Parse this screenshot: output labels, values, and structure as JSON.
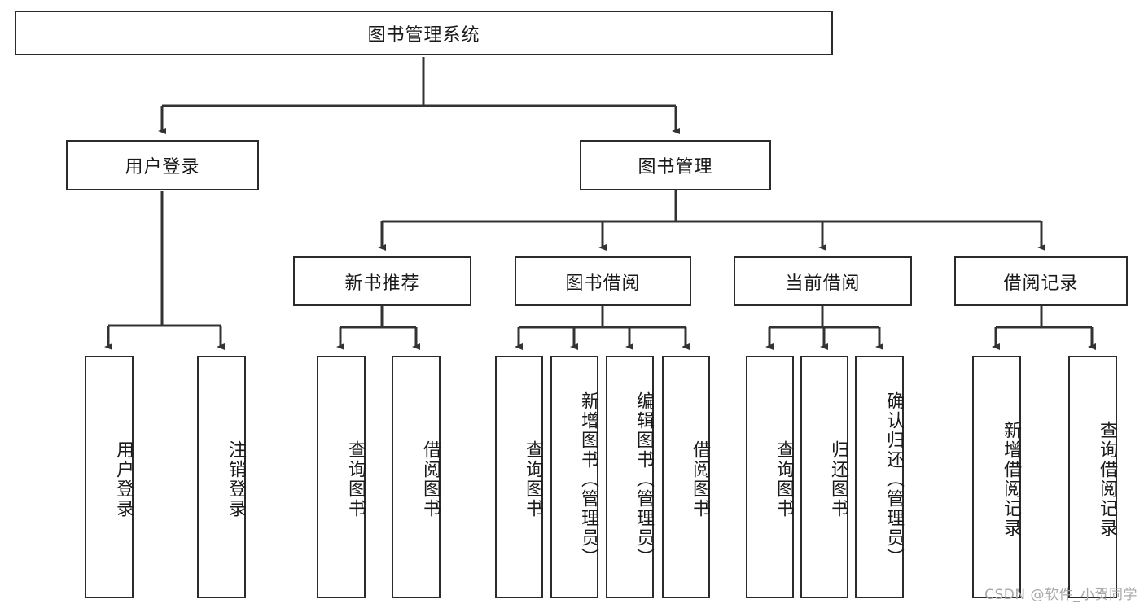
{
  "diagram": {
    "type": "tree",
    "title": "图书管理系统",
    "orientation": "top-down",
    "colors": {
      "box_border": "#2b2b2b",
      "box_fill": "#ffffff",
      "edge": "#333333",
      "text": "#1a1a1a",
      "watermark": "#a8a8a8",
      "background": "#ffffff"
    },
    "root": {
      "label": "图书管理系统"
    },
    "level2": [
      {
        "label": "用户登录"
      },
      {
        "label": "图书管理"
      }
    ],
    "level3": [
      {
        "label": "新书推荐"
      },
      {
        "label": "图书借阅"
      },
      {
        "label": "当前借阅"
      },
      {
        "label": "借阅记录"
      }
    ],
    "leaves": {
      "user_login": [
        {
          "label": "用户登录"
        },
        {
          "label": "注销登录"
        }
      ],
      "new_book_recommend": [
        {
          "label": "查询图书"
        },
        {
          "label": "借阅图书"
        }
      ],
      "book_borrow": [
        {
          "label": "查询图书"
        },
        {
          "label": "新增图书（管理员）"
        },
        {
          "label": "编辑图书（管理员）"
        },
        {
          "label": "借阅图书"
        }
      ],
      "current_borrow": [
        {
          "label": "查询图书"
        },
        {
          "label": "归还图书"
        },
        {
          "label": "确认归还（管理员）"
        }
      ],
      "borrow_record": [
        {
          "label": "新增借阅记录"
        },
        {
          "label": "查询借阅记录"
        }
      ]
    }
  },
  "watermark": {
    "text": "CSDN @软件_小贺同学"
  }
}
